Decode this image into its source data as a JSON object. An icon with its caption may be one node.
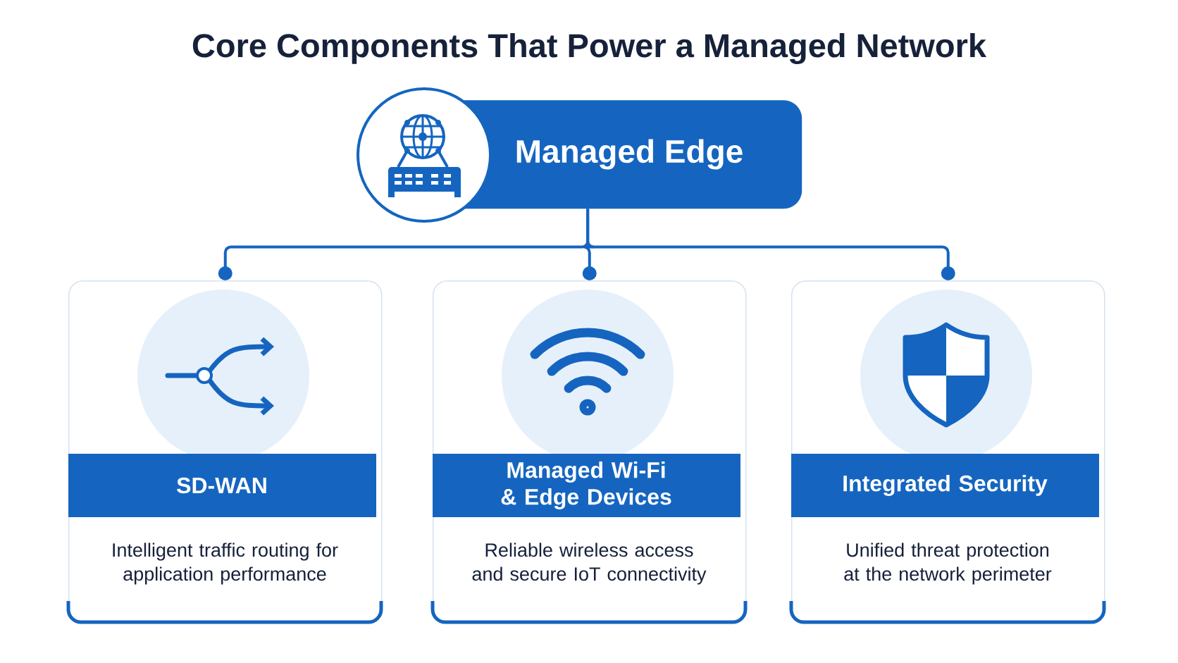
{
  "diagram": {
    "title": "Core Components That Power a Managed Network",
    "nodes": [
      {
        "text": [
          "Managed Edge"
        ]
      },
      {
        "text": [
          "SD-WAN",
          "Intelligent traffic routing for application performance"
        ]
      },
      {
        "text": [
          "Managed Wi-Fi & Edge Devices",
          "Reliable wireless access and secure IoT connectivity"
        ]
      },
      {
        "text": [
          "Integrated Security",
          "Unified threat protection at the network perimeter"
        ]
      }
    ],
    "edges": [
      {
        "from": 0,
        "to": 1,
        "arrow": "other"
      },
      {
        "from": 0,
        "to": 2,
        "arrow": "other"
      },
      {
        "from": 0,
        "to": 3,
        "arrow": "other"
      }
    ]
  }
}
